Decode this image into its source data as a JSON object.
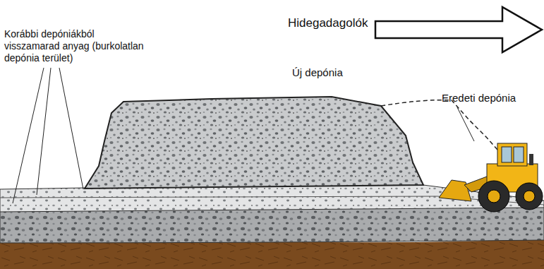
{
  "diagram": {
    "labels": [
      "Hidegadagolók",
      "Korábbi depóniákból visszamarad anyag (burkolatlan depónia terület)",
      "Új depónia",
      "Eredeti depónia"
    ]
  }
}
